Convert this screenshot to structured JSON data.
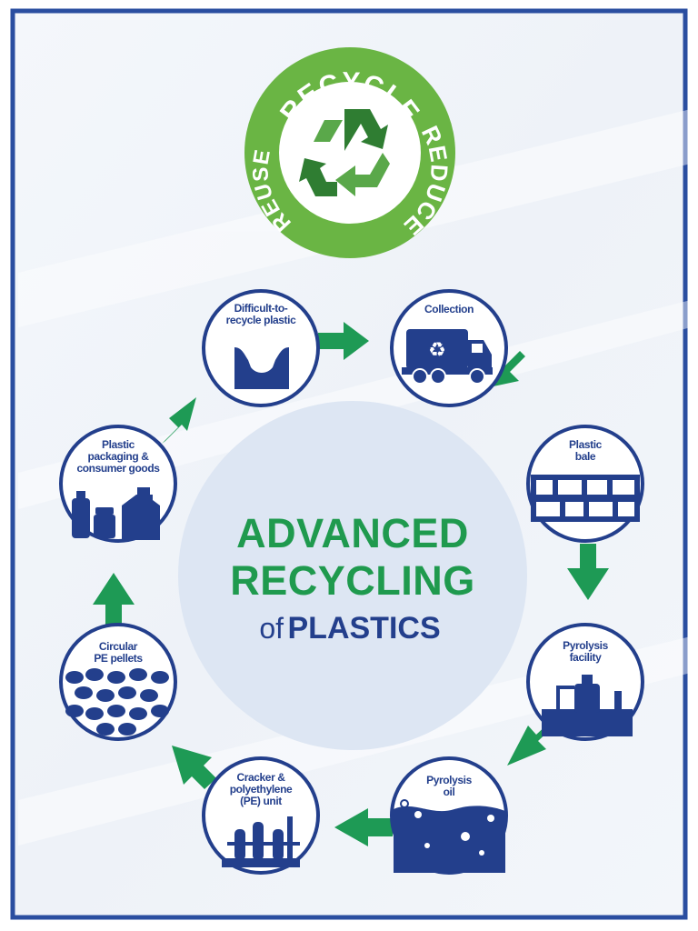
{
  "badge": {
    "words": [
      "RECYCLE",
      "REDUCE",
      "REUSE"
    ],
    "color": "#6ab544"
  },
  "title": {
    "line1": "ADVANCED",
    "line2": "RECYCLING",
    "line3_prefix": "of",
    "line3_main": "PLASTICS"
  },
  "steps": [
    {
      "label": [
        "Difficult-to-",
        "recycle plastic"
      ],
      "icon": "plastic-bag-icon"
    },
    {
      "label": [
        "Collection"
      ],
      "icon": "recycling-truck-icon"
    },
    {
      "label": [
        "Plastic",
        "bale"
      ],
      "icon": "plastic-bale-icon"
    },
    {
      "label": [
        "Pyrolysis",
        "facility"
      ],
      "icon": "pyrolysis-facility-icon"
    },
    {
      "label": [
        "Pyrolysis",
        "oil"
      ],
      "icon": "oil-drops-icon"
    },
    {
      "label": [
        "Cracker &",
        "polyethylene",
        "(PE) unit"
      ],
      "icon": "cracker-unit-icon"
    },
    {
      "label": [
        "Circular",
        "PE pellets"
      ],
      "icon": "pe-pellets-icon"
    },
    {
      "label": [
        "Plastic",
        "packaging &",
        "consumer goods"
      ],
      "icon": "bottles-icon"
    }
  ],
  "colors": {
    "blue": "#233f8c",
    "green": "#1f9a4e",
    "arrow_green": "#1e9a55",
    "center_circle": "#dde6f3",
    "frame": "#2a4ea0"
  }
}
